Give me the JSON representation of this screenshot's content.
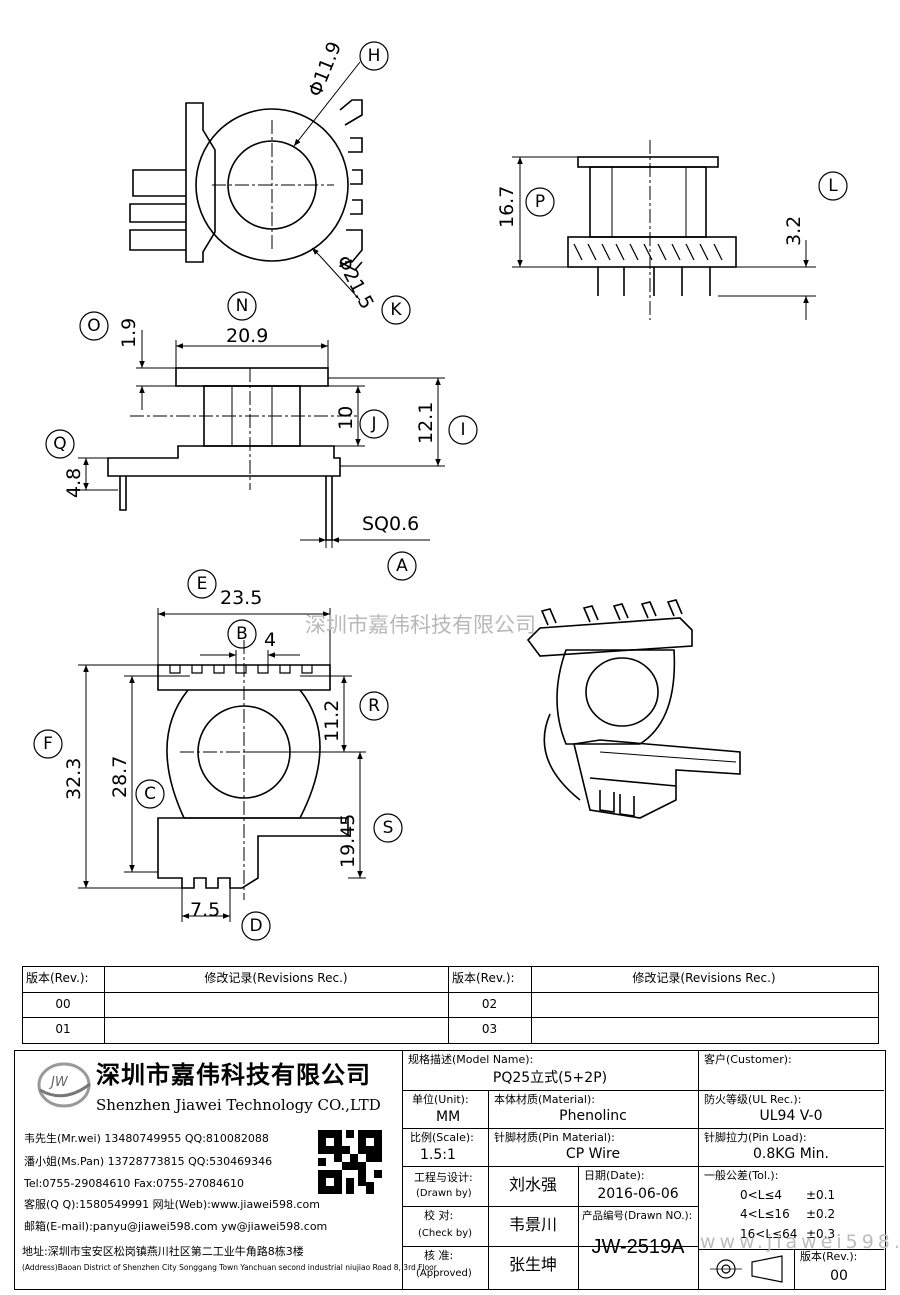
{
  "dimensions": {
    "h_dia": "Φ11.9",
    "k_dia": "Φ21.5",
    "p_height": "16.7",
    "l_dim": "3.2",
    "o_dim": "1.9",
    "n_width": "20.9",
    "j_dim": "10",
    "i_dim": "12.1",
    "q_dim": "4.8",
    "a_pin": "SQ0.6",
    "e_width": "23.5",
    "b_pitch": "4",
    "f_height": "32.3",
    "c_height": "28.7",
    "r_dim": "11.2",
    "s_dim": "19.45",
    "d_width": "7.5"
  },
  "callouts": {
    "H": "H",
    "K": "K",
    "P": "P",
    "L": "L",
    "N": "N",
    "O": "O",
    "J": "J",
    "I": "I",
    "Q": "Q",
    "A": "A",
    "E": "E",
    "B": "B",
    "F": "F",
    "C": "C",
    "R": "R",
    "S": "S",
    "D": "D"
  },
  "watermark": {
    "center": "深圳市嘉伟科技有限公司",
    "corner": "www.jiawei598.com"
  },
  "revisions": {
    "rev_label": "版本(Rev.):",
    "rec_label": "修改记录(Revisions Rec.)",
    "rows": [
      {
        "left_rev": "00",
        "right_rev": "02"
      },
      {
        "left_rev": "01",
        "right_rev": "03"
      }
    ]
  },
  "company": {
    "logo_text": "JW",
    "name_cn": "深圳市嘉伟科技有限公司",
    "name_en": "Shenzhen Jiawei Technology CO.,LTD",
    "contact1": "韦先生(Mr.wei) 13480749955 QQ:810082088",
    "contact2": "潘小姐(Ms.Pan) 13728773815 QQ:530469346",
    "tel_fax": "Tel:0755-29084610       Fax:0755-27084610",
    "qq_web": "客服(Q Q):1580549991   网址(Web):www.jiawei598.com",
    "email": "邮箱(E-mail):panyu@jiawei598.com  yw@jiawei598.com",
    "addr_cn": "地址:深圳市宝安区松岗镇燕川社区第二工业牛角路8栋3楼",
    "addr_en": "(Address)Baoan District of Shenzhen City Songgang Town Yanchuan  second industrial niujiao Road 8, 3rd Floor"
  },
  "spec": {
    "model_label": "规格描述(Model Name):",
    "model_value": "PQ25立式(5+2P)",
    "customer_label": "客户(Customer):",
    "unit_label": "单位(Unit):",
    "unit_value": "MM",
    "material_label": "本体材质(Material):",
    "material_value": "Phenolinc",
    "ul_label": "防火等级(UL Rec.):",
    "ul_value": "UL94 V-0",
    "scale_label": "比例(Scale):",
    "scale_value": "1.5:1",
    "pin_mat_label": "针脚材质(Pin Material):",
    "pin_mat_value": "CP Wire",
    "pin_load_label": "针脚拉力(Pin Load):",
    "pin_load_value": "0.8KG Min.",
    "drawn_label": "工程与设计:",
    "drawn_label_en": "(Drawn by)",
    "drawn_value": "刘水强",
    "date_label": "日期(Date):",
    "date_value": "2016-06-06",
    "tol_label": "一般公差(Tol.):",
    "tol_rows": [
      {
        "range": "0<L≤4",
        "tol": "±0.1"
      },
      {
        "range": "4<L≤16",
        "tol": "±0.2"
      },
      {
        "range": "16<L≤64",
        "tol": "±0.3"
      }
    ],
    "check_label": "校  对:",
    "check_label_en": "(Check by)",
    "check_value": "韦景川",
    "drawing_no_label": "产品编号(Drawn NO.):",
    "drawing_no_value": "JW-2519A",
    "approved_label": "核  准:",
    "approved_label_en": "(Approved)",
    "approved_value": "张生坤",
    "rev_label": "版本(Rev.):",
    "rev_value": "00"
  }
}
